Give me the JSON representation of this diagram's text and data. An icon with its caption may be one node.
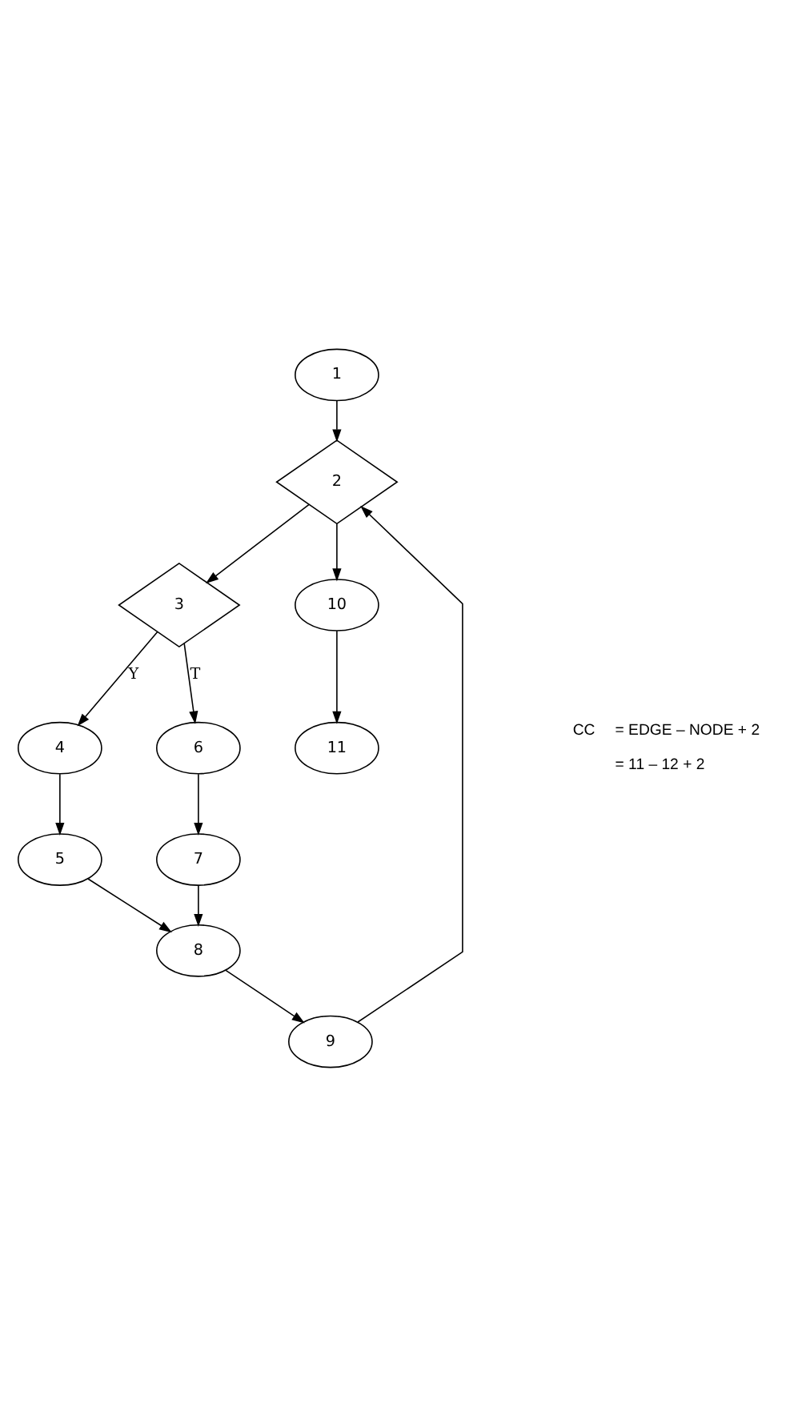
{
  "diagram": {
    "nodes": [
      {
        "text": [
          "1"
        ]
      },
      {
        "text": [
          "2"
        ]
      },
      {
        "text": [
          "3"
        ]
      },
      {
        "text": [
          "4"
        ]
      },
      {
        "text": [
          "5"
        ]
      },
      {
        "text": [
          "6"
        ]
      },
      {
        "text": [
          "7"
        ]
      },
      {
        "text": [
          "8"
        ]
      },
      {
        "text": [
          "9"
        ]
      },
      {
        "text": [
          "10"
        ]
      },
      {
        "text": [
          "11"
        ]
      }
    ],
    "edges": [
      {
        "from": 0,
        "to": 1,
        "arrow": "to"
      },
      {
        "from": 1,
        "to": 2,
        "arrow": "to"
      },
      {
        "from": 2,
        "to": 3,
        "label": "Y",
        "arrow": "to"
      },
      {
        "from": 3,
        "to": 4,
        "arrow": "to"
      },
      {
        "from": 2,
        "to": 5,
        "label": "T",
        "arrow": "to"
      },
      {
        "from": 5,
        "to": 6,
        "arrow": "to"
      },
      {
        "from": 6,
        "to": 7,
        "arrow": "to"
      },
      {
        "from": 4,
        "to": 7,
        "arrow": "to"
      },
      {
        "from": 7,
        "to": 8,
        "arrow": "to"
      },
      {
        "from": 8,
        "to": 1,
        "arrow": "to"
      },
      {
        "from": 1,
        "to": 9,
        "arrow": "to"
      },
      {
        "from": 9,
        "to": 10,
        "arrow": "to"
      }
    ],
    "labels": [
      "CC",
      "= EDGE – NODE + 2",
      "= 11 – 12 + 2"
    ]
  }
}
